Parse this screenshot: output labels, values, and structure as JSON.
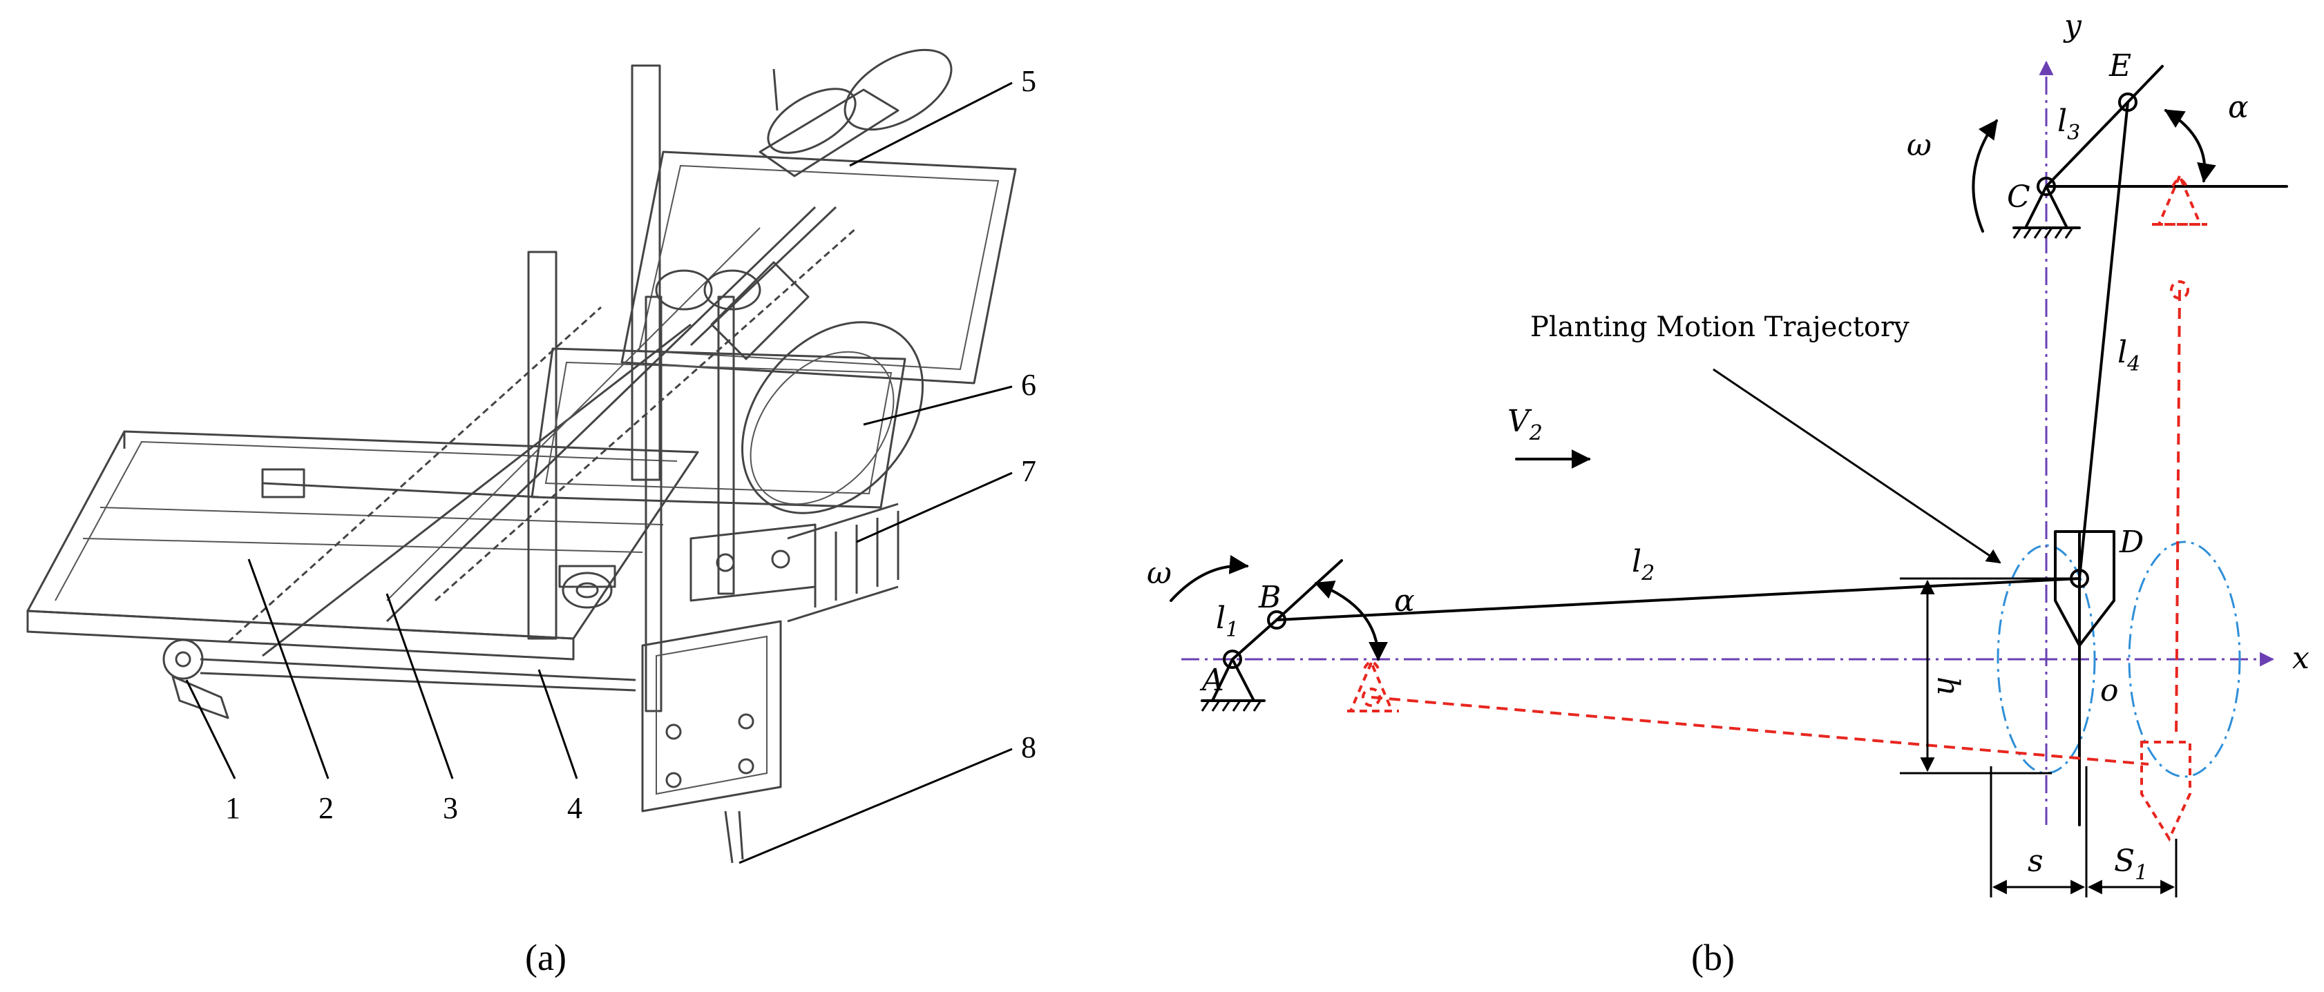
{
  "panel_a": {
    "caption": "(a)",
    "callouts": [
      "1",
      "2",
      "3",
      "4",
      "5",
      "6",
      "7",
      "8"
    ]
  },
  "panel_b": {
    "caption": "(b)",
    "annotation": "Planting Motion Trajectory",
    "axis_x": "x",
    "axis_y": "y",
    "origin": "o",
    "points": {
      "A": "A",
      "B": "B",
      "C": "C",
      "D": "D",
      "E": "E"
    },
    "omega": "ω",
    "alpha": "α",
    "velocity": {
      "base": "V",
      "sub": "2"
    },
    "links": [
      {
        "base": "l",
        "sub": "1"
      },
      {
        "base": "l",
        "sub": "2"
      },
      {
        "base": "l",
        "sub": "3"
      },
      {
        "base": "l",
        "sub": "4"
      }
    ],
    "height": "h",
    "offset": "s",
    "stroke": {
      "base": "S",
      "sub": "1"
    }
  },
  "colors": {
    "line": "#000000",
    "axis": "#6a3fb3",
    "ghost_position": "#e8261f",
    "trajectory": "#2f8fd8"
  }
}
